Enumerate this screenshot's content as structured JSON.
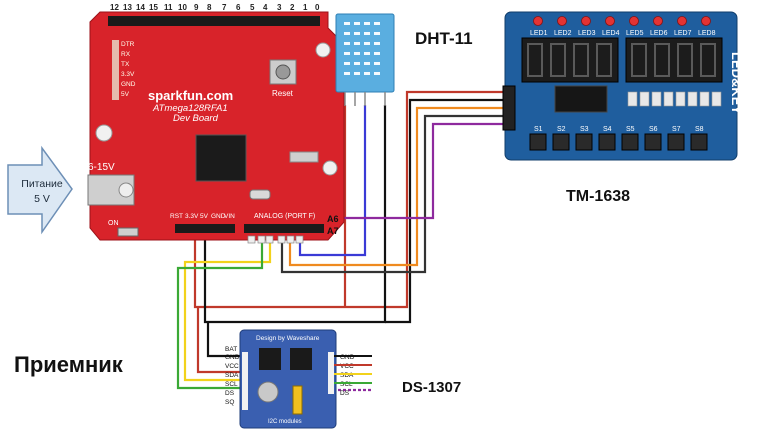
{
  "labels": {
    "dht": "DHT-11",
    "tm": "TM-1638",
    "ds": "DS-1307",
    "receiver": "Приемник",
    "power_line1": "Питание",
    "power_line2": "5 V",
    "input_voltage": "6-15V",
    "a6": "A6",
    "a7": "A7"
  },
  "arduino": {
    "brand": "sparkfun.com",
    "chip": "ATmega128RFA1",
    "board": "Dev Board",
    "reset": "Reset",
    "top_pins": [
      "12",
      "13",
      "14",
      "15",
      "11",
      "10",
      "9",
      "8",
      "7",
      "6",
      "5",
      "4",
      "3",
      "2",
      "1",
      "0"
    ],
    "left_pins": [
      "DTR",
      "RX",
      "TX",
      "3.3V",
      "GND",
      "5V"
    ],
    "analog_header": "ANALOG (PORT F)",
    "pwr_pins": [
      "RST",
      "3.3V",
      "5V",
      "GND",
      "VIN"
    ],
    "on_off": "ON"
  },
  "tm1638": {
    "leds": [
      "LED1",
      "LED2",
      "LED3",
      "LED4",
      "LED5",
      "LED6",
      "LED7",
      "LED8"
    ],
    "buttons": [
      "S1",
      "S2",
      "S3",
      "S4",
      "S5",
      "S6",
      "S7",
      "S8"
    ],
    "side_text": "LED&KEY",
    "digits": 8
  },
  "ds1307": {
    "header": "Design by Waveshare",
    "footer": "I2C modules",
    "left_pins": [
      "BAT",
      "GND",
      "VCC",
      "SDA",
      "SCL",
      "DS",
      "SQ"
    ],
    "right_pins": [
      "GND",
      "VCC",
      "SDA",
      "SCL",
      "DS"
    ]
  },
  "colors": {
    "arduino_red": "#d8232a",
    "wire_yellow": "#f2d21b",
    "wire_green": "#3aa935",
    "wire_red": "#c0392b",
    "wire_black": "#111111",
    "wire_blue": "#3a3ad6",
    "wire_orange": "#ef8a1f",
    "wire_purple": "#8e2a9e",
    "dht_blue": "#5aaee0",
    "tm_board": "#1f5e9e",
    "ds_board": "#3a5fb0",
    "arrow_fill": "#dce8f4",
    "arrow_stroke": "#6d8fb6"
  }
}
